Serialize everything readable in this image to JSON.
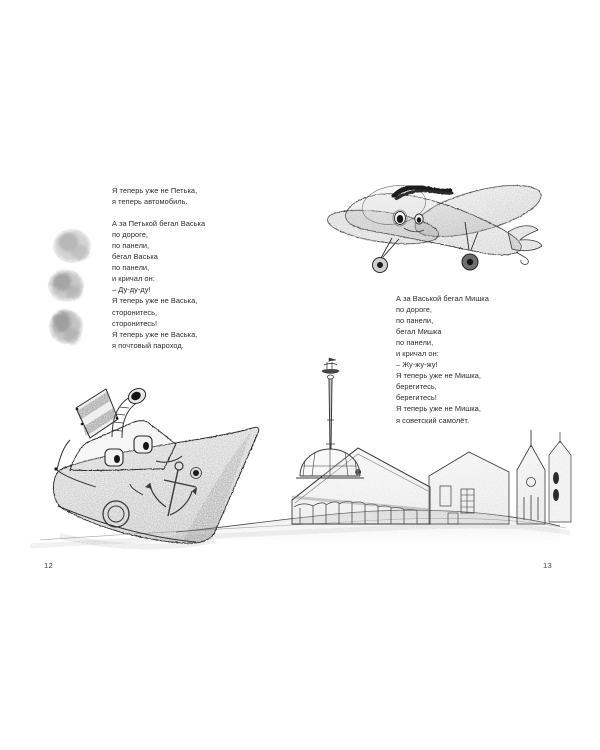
{
  "book": {
    "page_left_number": "12",
    "page_right_number": "13",
    "background_color": "#ffffff",
    "ink_color": "#2b2b2b"
  },
  "poem_left": {
    "lines": [
      "Я теперь уже не Петька,",
      "я теперь автомобиль.",
      "",
      "А за Петькой бегал Васька",
      "по дороге,",
      "по панели,",
      "бегал Васька",
      "по панели,",
      "и кричал он:",
      "– Ду-ду-ду!",
      "Я теперь уже не Васька,",
      "сторонитесь,",
      "сторонитесь!",
      "Я теперь уже не Васька,",
      "я почтовый пароход."
    ],
    "text": "Я теперь уже не Петька,\nя теперь автомобиль.\n\nА за Петькой бегал Васька\nпо дороге,\nпо панели,\nбегал Васька\nпо панели,\nи кричал он:\n– Ду-ду-ду!\nЯ теперь уже не Васька,\nсторонитесь,\nсторонитесь!\nЯ теперь уже не Васька,\nя почтовый пароход."
  },
  "poem_right": {
    "lines": [
      "А за Васькой бегал Мишка",
      "по дороге,",
      "по панели,",
      "бегал Мишка",
      "по панели,",
      "и кричал он:",
      "– Жу-жу-жу!",
      "Я теперь уже не Мишка,",
      "берегитесь,",
      "берегитесь!",
      "Я теперь уже не Мишка,",
      "я советский самолёт."
    ],
    "text": "А за Васькой бегал Мишка\nпо дороге,\nпо панели,\nбегал Мишка\nпо панели,\nи кричал он:\n– Жу-жу-жу!\nЯ теперь уже не Мишка,\nберегитесь,\nберегитесь!\nЯ теперь уже не Мишка,\nя советский самолёт."
  },
  "illustrations": {
    "steamship": {
      "name": "steamship-illustration",
      "description": "Pencil drawing of a smiling postal steamship with striped funnel, porthole eyes, anchor and porthole",
      "parts": [
        "funnel",
        "exhaust-pipe",
        "wheelhouse",
        "eye-window-left",
        "eye-window-right",
        "hull",
        "anchor",
        "porthole"
      ]
    },
    "smoke": {
      "name": "smoke-puffs-illustration",
      "description": "Three charcoal smoke puffs rising from the ship's funnel"
    },
    "airplane": {
      "name": "airplane-illustration",
      "description": "Pencil drawing of a smiling Soviet aeroplane with a face, tousled dark hair, two wings, two wheels and a tail",
      "parts": [
        "upper-wing",
        "lower-wing",
        "fuselage",
        "face-eye-left",
        "face-eye-right",
        "hair-scribble",
        "wheel-left",
        "wheel-right",
        "tail"
      ]
    },
    "cityscape": {
      "name": "cityscape-illustration",
      "description": "Waterfront skyline with a domed classical building topped by a tall spire with a ship weathervane, a warehouse and a gothic tower",
      "parts": [
        "admiralty-dome",
        "spire",
        "ship-weathervane",
        "colonnade-building",
        "warehouse",
        "gothic-church",
        "shoreline"
      ]
    }
  },
  "icons": {
    "anchor": "anchor-icon",
    "ship_weathervane": "ship-weathervane-icon",
    "porthole": "porthole-icon"
  }
}
